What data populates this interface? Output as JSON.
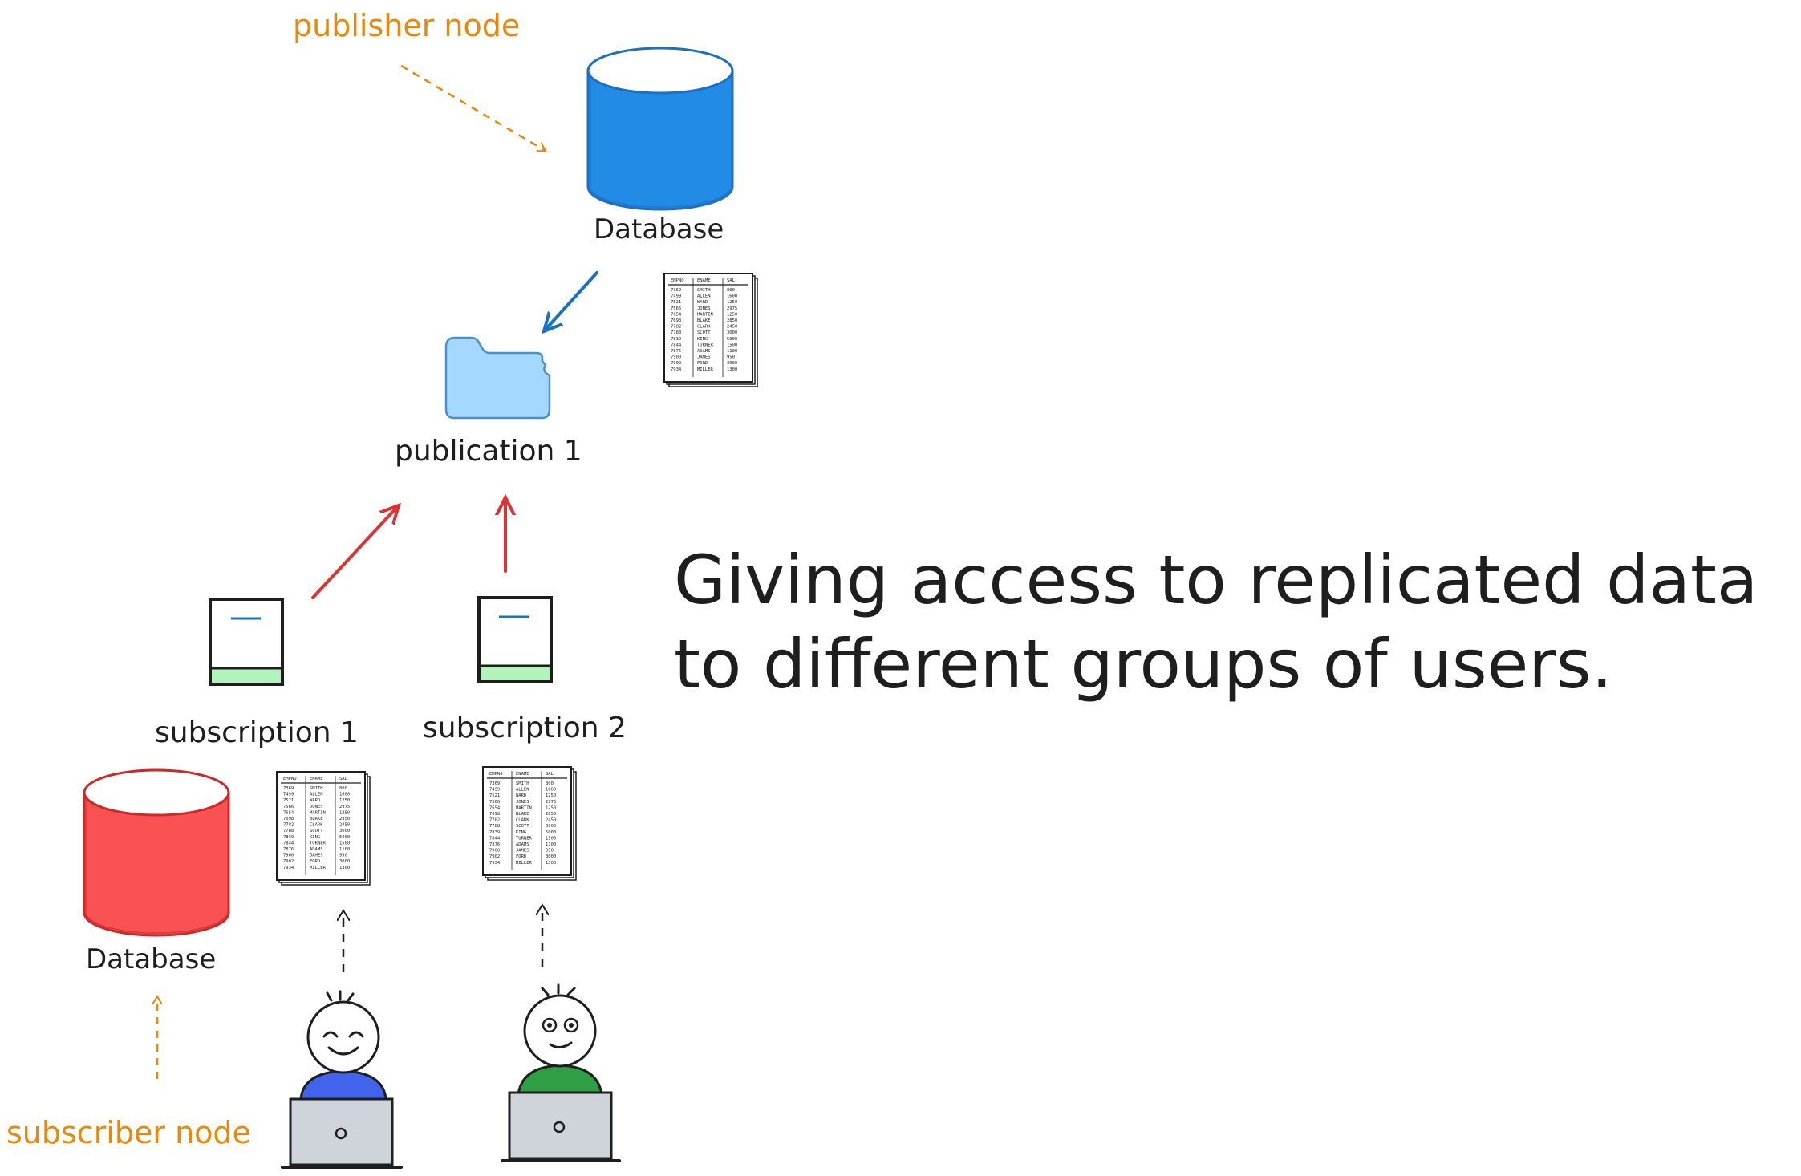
{
  "annotations": {
    "publisher_note": "publisher node",
    "subscriber_note": "subscriber node"
  },
  "nodes": {
    "publisher_db_label": "Database",
    "subscriber_db_label": "Database",
    "publication_label": "publication 1",
    "subscription1_label": "subscription 1",
    "subscription2_label": "subscription 2"
  },
  "headline": {
    "line1": "Giving access to replicated data",
    "line2": "to different groups of users."
  },
  "data_table": {
    "columns": [
      "EMPNO",
      "ENAME",
      "SAL"
    ],
    "rows": [
      [
        "7369",
        "SMITH",
        "800"
      ],
      [
        "7499",
        "ALLEN",
        "1600"
      ],
      [
        "7521",
        "WARD",
        "1250"
      ],
      [
        "7566",
        "JONES",
        "2975"
      ],
      [
        "7654",
        "MARTIN",
        "1250"
      ],
      [
        "7698",
        "BLAKE",
        "2850"
      ],
      [
        "7782",
        "CLARK",
        "2450"
      ],
      [
        "7788",
        "SCOTT",
        "3000"
      ],
      [
        "7839",
        "KING",
        "5000"
      ],
      [
        "7844",
        "TURNER",
        "1500"
      ],
      [
        "7876",
        "ADAMS",
        "1100"
      ],
      [
        "7900",
        "JAMES",
        "950"
      ],
      [
        "7902",
        "FORD",
        "3000"
      ],
      [
        "7934",
        "MILLER",
        "1300"
      ]
    ]
  },
  "colors": {
    "publisher_db": "#228be6",
    "subscriber_db": "#fa5252",
    "folder": "#a5d8ff",
    "subscription_band": "#b2f2bb",
    "blue_arrow": "#1971c2",
    "red_arrow": "#e03131",
    "note": "#e8890c",
    "user1_shirt": "#4263eb",
    "user2_shirt": "#2f9e44",
    "laptop": "#ced4da"
  }
}
